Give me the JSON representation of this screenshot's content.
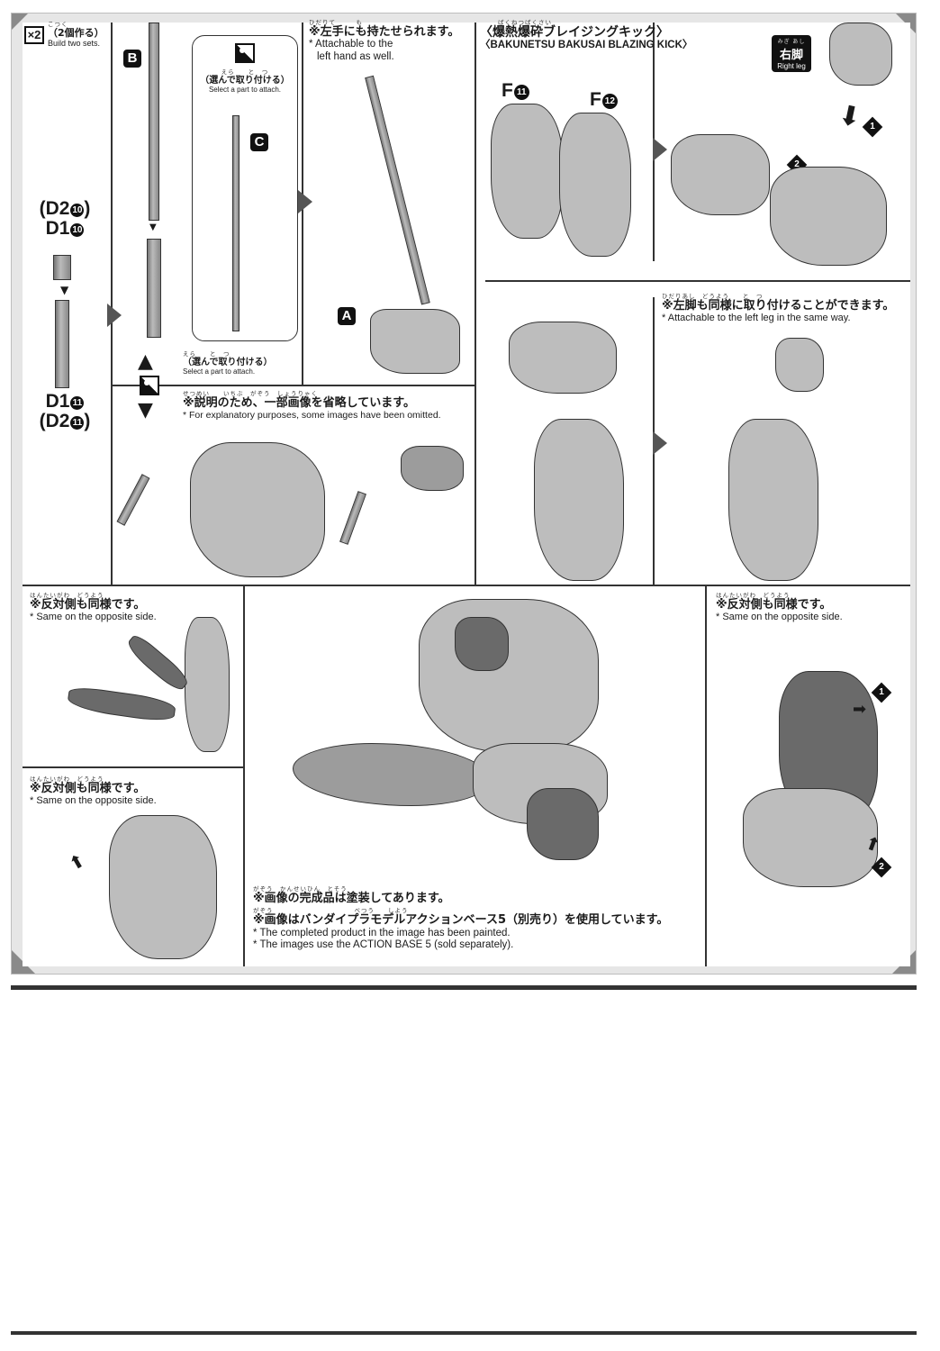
{
  "build_count": {
    "badge": "×2",
    "jp": "（2個作る）",
    "ruby": "こつく",
    "en": "Build two sets."
  },
  "part_labels": {
    "B": "B",
    "C": "C",
    "A": "A",
    "F11": "F⓫",
    "F12": "F⓬",
    "F11_letter": "F",
    "F11_num": "11",
    "F12_letter": "F",
    "F12_num": "12"
  },
  "part_numbers": {
    "top_alt": {
      "prefix": "(D2",
      "num": "10",
      "suffix": ")"
    },
    "top": {
      "prefix": "D1",
      "num": "10",
      "suffix": ""
    },
    "bottom": {
      "prefix": "D1",
      "num": "11",
      "suffix": ""
    },
    "bottom_alt": {
      "prefix": "(D2",
      "num": "11",
      "suffix": ")"
    }
  },
  "select_part_box": {
    "ruby": "えら　　と　つ",
    "jp": "（選んで取り付ける）",
    "en": "Select a part to attach."
  },
  "select_part_lower": {
    "ruby": "えら　　と　つ",
    "jp": "（選んで取り付ける）",
    "en": "Select a part to attach."
  },
  "left_hand_note": {
    "ruby": "ひだりて　　　も",
    "jp": "※左手にも持たせられます。",
    "en_line1": "* Attachable to the",
    "en_line2": "left hand as well."
  },
  "omitted_note": {
    "ruby": "せつめい　　いちぶ　がぞう　しょうりゃく",
    "jp": "※説明のため、一部画像を省略しています。",
    "en": "* For explanatory purposes, some images have been omitted."
  },
  "technique": {
    "ruby": "ばくねつばくさい",
    "jp": "〈爆熱爆砕ブレイジングキック〉",
    "en": "〈BAKUNETSU BAKUSAI BLAZING KICK〉"
  },
  "right_leg_badge": {
    "ruby": "みぎ あし",
    "jp": "右脚",
    "en": "Right leg"
  },
  "steps": {
    "one": "1",
    "two": "2"
  },
  "left_leg_note": {
    "ruby": "ひだりあし　どうよう　　と　つ",
    "jp": "※左脚も同様に取り付けることができます。",
    "en": "* Attachable to the left leg in the same way."
  },
  "opposite_notes": [
    {
      "ruby": "はんたいがわ　どうよう",
      "jp": "※反対側も同様です。",
      "en": "* Same on the opposite side."
    },
    {
      "ruby": "はんたいがわ　どうよう",
      "jp": "※反対側も同様です。",
      "en": "* Same on the opposite side."
    },
    {
      "ruby": "はんたいがわ　どうよう",
      "jp": "※反対側も同様です。",
      "en": "* Same on the opposite side."
    }
  ],
  "painted_note": {
    "ruby1": "がぞう　かんせいひん　とそう",
    "jp1": "※画像の完成品は塗装してあります。",
    "ruby2": "がぞう　　　　　　　　　　　　べつう　　しよう",
    "jp2": "※画像はバンダイプラモデルアクションベース5（別売り）を使用しています。",
    "en1": "* The completed product in the image has been painted.",
    "en2": "* The images use the ACTION BASE 5 (sold separately)."
  }
}
